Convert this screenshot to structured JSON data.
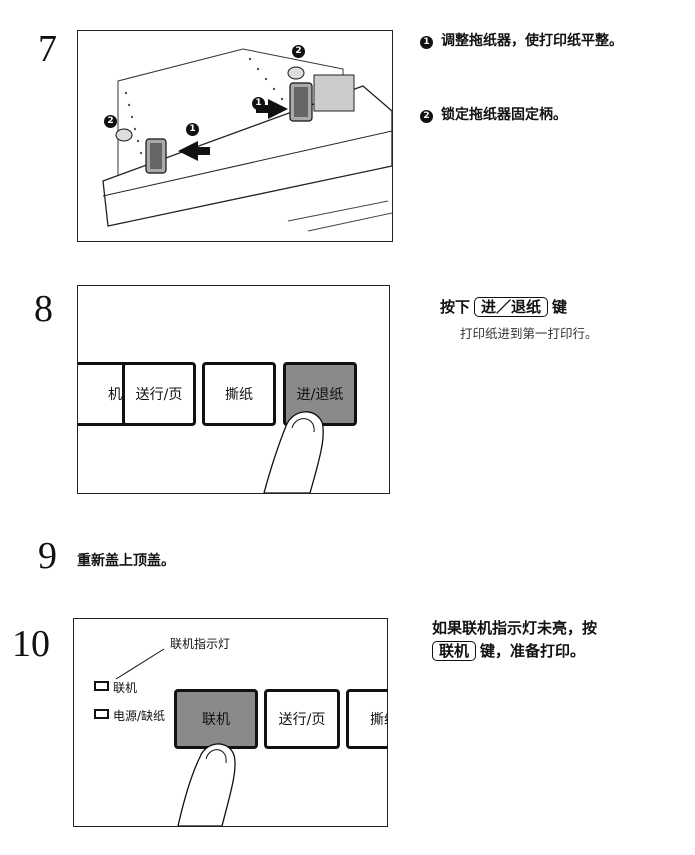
{
  "steps": {
    "s7": {
      "number": "7",
      "items": [
        {
          "marker": "1",
          "text": "调整拖纸器，使打印纸平整。"
        },
        {
          "marker": "2",
          "text": "锁定拖纸器固定柄。"
        }
      ],
      "callouts": [
        "1",
        "2"
      ]
    },
    "s8": {
      "number": "8",
      "instruction_prefix": "按下",
      "key_label": "进／退纸",
      "instruction_suffix": "键",
      "sub_text": "打印纸进到第一打印行。",
      "buttons": [
        "机",
        "送行/页",
        "撕纸",
        "进/退纸"
      ]
    },
    "s9": {
      "number": "9",
      "text": "重新盖上顶盖。"
    },
    "s10": {
      "number": "10",
      "line1": "如果联机指示灯未亮，按",
      "key_label": "联机",
      "line2_suffix": "键，准备打印。",
      "indicator_caption": "联机指示灯",
      "led_online": "联机",
      "led_power": "电源/缺纸",
      "buttons": [
        "联机",
        "送行/页",
        "撕纸"
      ]
    }
  }
}
